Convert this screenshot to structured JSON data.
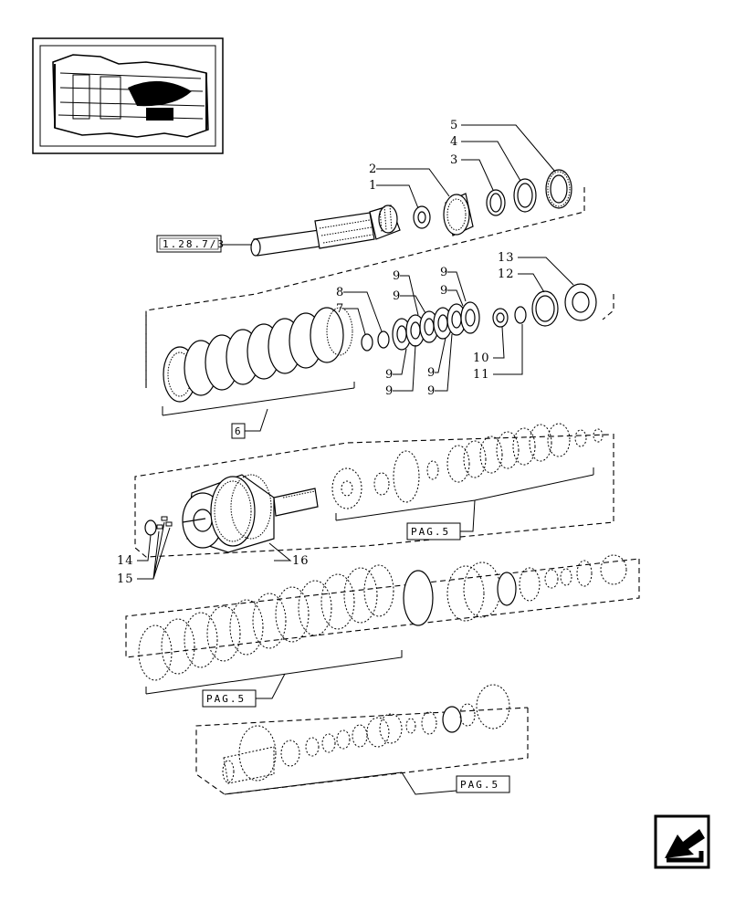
{
  "labels": {
    "ref_1_28_7_3": "1.28.7/3",
    "pag5_a": "PAG.5",
    "pag5_b": "PAG.5",
    "pag5_c": "PAG.5",
    "box_6": "6"
  },
  "callouts": {
    "n1": "1",
    "n2": "2",
    "n3": "3",
    "n4": "4",
    "n5": "5",
    "n7": "7",
    "n8": "8",
    "n9a": "9",
    "n9b": "9",
    "n9c": "9",
    "n9d": "9",
    "n9e": "9",
    "n9f": "9",
    "n9g": "9",
    "n9h": "9",
    "n10": "10",
    "n11": "11",
    "n12": "12",
    "n13": "13",
    "n14": "14",
    "n15": "15",
    "n16": "16"
  },
  "icons": {
    "thumbnail": "transmission-cutaway-thumbnail",
    "nav": "return-arrow-icon"
  }
}
